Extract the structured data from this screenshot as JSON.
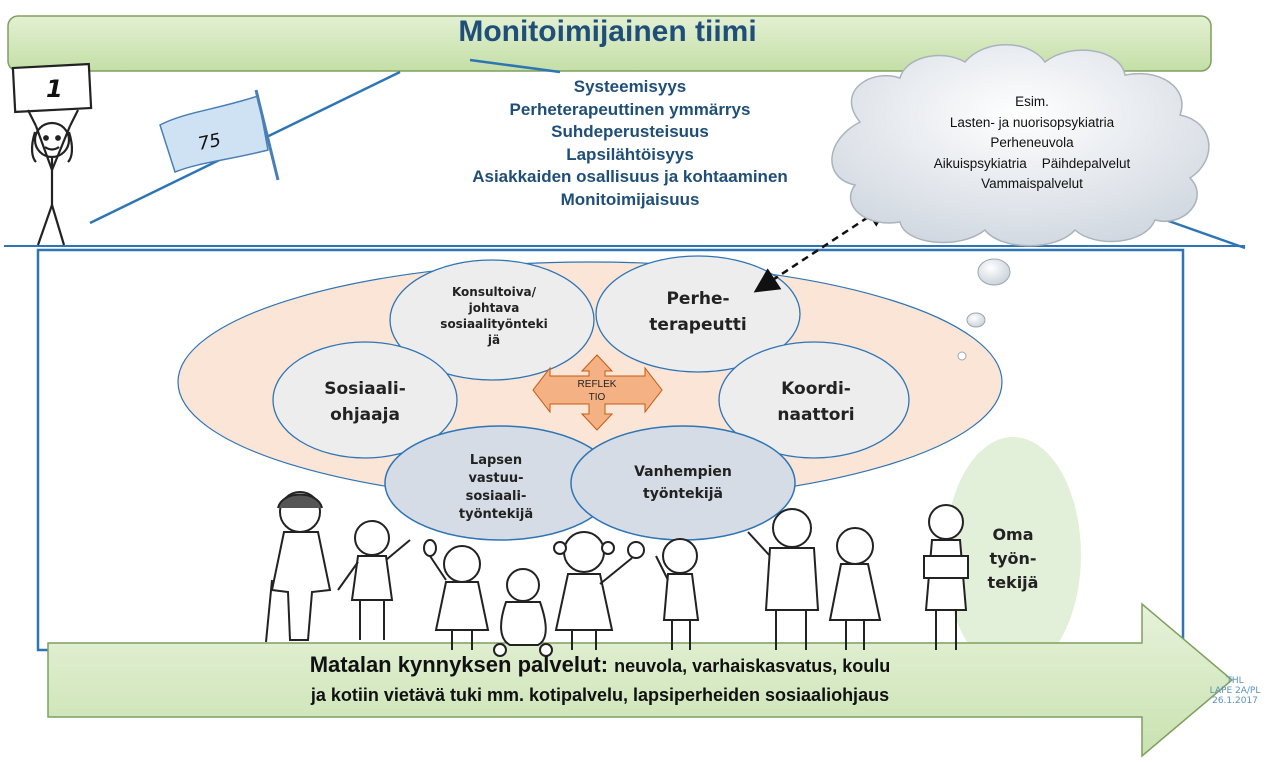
{
  "title": "Monitoimijainen tiimi",
  "principles": [
    "Systeemisyys",
    "Perheterapeuttinen ymmärrys",
    "Suhdeperusteisuus",
    "Lapsilähtöisyys",
    "Asiakkaiden osallisuus ja kohtaaminen",
    "Monitoimijaisuus"
  ],
  "flag_left_number": "1",
  "flag_right_number": "75",
  "cloud": {
    "line1": "Esim.",
    "line2": "Lasten- ja nuorisopsykiatria",
    "line3": "Perheneuvola",
    "line4a": "Aikuispsykiatria",
    "line4b": "Päihdepalvelut",
    "line5": "Vammaispalvelut"
  },
  "roles": {
    "konsultoiva_1": "Konsultoiva/",
    "konsultoiva_2": "johtava",
    "konsultoiva_3": "sosiaalityönteki",
    "konsultoiva_4": "jä",
    "perheterapeutti_1": "Perhe-",
    "perheterapeutti_2": "terapeutti",
    "sosiaaliohjaaja_1": "Sosiaali-",
    "sosiaaliohjaaja_2": "ohjaaja",
    "koordinaattori_1": "Koordi-",
    "koordinaattori_2": "naattori",
    "lapsen_1": "Lapsen",
    "lapsen_2": "vastuu-",
    "lapsen_3": "sosiaali-",
    "lapsen_4": "työntekijä",
    "vanhempien_1": "Vanhempien",
    "vanhempien_2": "työntekijä",
    "oma_1": "Oma",
    "oma_2": "työn-",
    "oma_3": "tekijä"
  },
  "refleksio_1": "REFLEK",
  "refleksio_2": "TIO",
  "bottom_arrow": {
    "bold_part": "Matalan kynnyksen palvelut:",
    "rest_line1": "neuvola, varhaiskasvatus, koulu",
    "line2": "ja kotiin vietävä tuki mm. kotipalvelu, lapsiperheiden  sosiaaliohjaus"
  },
  "credit": {
    "line1": "THL",
    "line2": "LAPE 2A/PL",
    "line3": "26.1.2017"
  },
  "colors": {
    "title_fill": "#cfe5b4",
    "title_text": "#1f4e79",
    "house_line": "#2e75b6",
    "ellipse_fill": "#fbe5d6",
    "role_fill": "#ededed",
    "role_blue_fill": "#d6dce5",
    "refleksio_fill": "#f4b183",
    "arrow_fill": "#d9ecc6",
    "oma_fill": "#e2efd9"
  }
}
